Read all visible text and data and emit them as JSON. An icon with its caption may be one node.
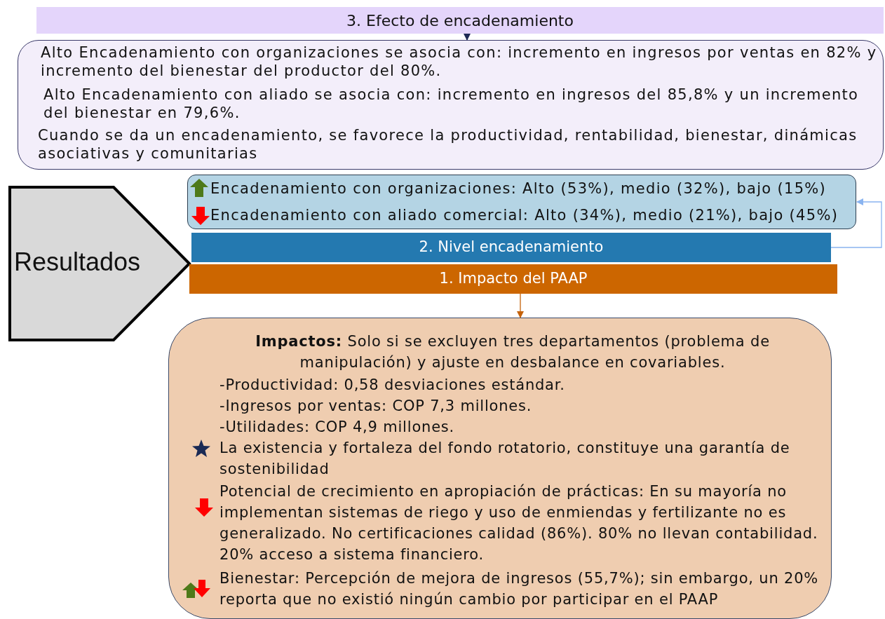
{
  "diagram": {
    "nodes": [
      {
        "text": [
          "3. Efecto de encadenamiento"
        ]
      },
      {
        "text": [
          "Alto Encadenamiento con organizaciones se asocia con: incremento en ingresos por ventas en 82% y incremento del bienestar del productor del 80%.",
          "Alto Encadenamiento con aliado se asocia con: incremento en ingresos del 85,8% y un incremento del bienestar en 79,6%.",
          "Cuando se da un encadenamiento, se favorece la productividad, rentabilidad, bienestar, dinámicas asociativas y comunitarias"
        ]
      },
      {
        "text": [
          "Resultados"
        ]
      },
      {
        "text": [
          "Encadenamiento con organizaciones: Alto (53%), medio (32%), bajo (15%)",
          "Encadenamiento con aliado comercial: Alto (34%), medio (21%), bajo (45%)"
        ]
      },
      {
        "text": [
          "2. Nivel encadenamiento"
        ]
      },
      {
        "text": [
          "1. Impacto del PAAP"
        ]
      },
      {
        "text": [
          "**Impactos:** Solo si se excluyen tres departamentos (problema de manipulación) y ajuste en desbalance en covariables.",
          "-Productividad: 0,58 desviaciones estándar.",
          "-Ingresos por ventas: COP 7,3 millones.",
          "-Utilidades: COP 4,9 millones.",
          "La existencia y fortaleza del fondo rotatorio, constituye una garantía de sostenibilidad",
          "Potencial de crecimiento en apropiación de prácticas: En su mayoría no implementan sistemas de riego y uso de enmiendas y fertilizante no es generalizado. No certificaciones calidad (86%). 80% no llevan contabilidad. 20% acceso a sistema financiero.",
          "Bienestar: Percepción de mejora de ingresos (55,7%); sin embargo, un 20% reporta que no existió ningún cambio por participar en el PAAP"
        ]
      }
    ],
    "edges": [
      {
        "from": 0,
        "to": 1,
        "arrow": "to",
        "color": "#1f2a55"
      },
      {
        "from": 4,
        "to": 3,
        "arrow": "to",
        "color": "#8ab4f0"
      },
      {
        "from": 5,
        "to": 6,
        "arrow": "to",
        "color": "#c5620a"
      }
    ]
  }
}
